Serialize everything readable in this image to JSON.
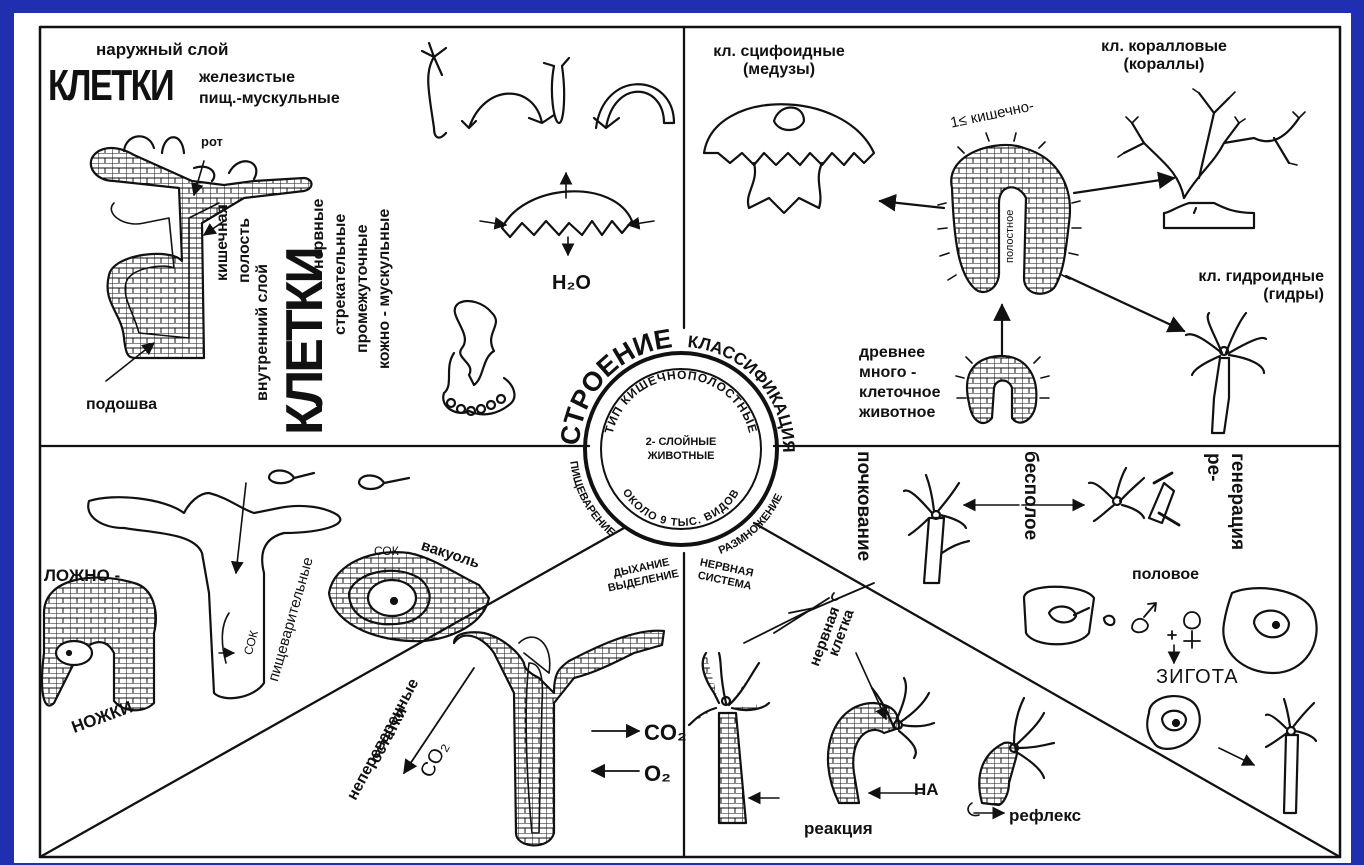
{
  "tl": {
    "outer_layer": "наружный слой",
    "cells_big": "КЛЕТКИ",
    "glandular": "железистые",
    "digestive_muscular": "пищ.-мускульные",
    "mouth": "рот",
    "gut_cavity_1": "кишечная",
    "gut_cavity_2": "полость",
    "sole": "подошва",
    "inner_layer": "внутренний слой",
    "nervous": "нервные",
    "stinging": "стрекательные",
    "intermediate": "промежуточные",
    "skin_muscular": "кожно - мускульные",
    "cells_big_2": "КЛЕТКИ",
    "water": "H₂O"
  },
  "tr": {
    "scyphoid_1": "кл. сцифоидные",
    "scyphoid_2": "(медузы)",
    "coral_1": "кл. коралловые",
    "coral_2": "(кораллы)",
    "hydroid_1": "кл. гидроидные",
    "hydroid_2": "(гидры)",
    "ancient_1": "древнее",
    "ancient_2": "много -",
    "ancient_3": "клеточное",
    "ancient_4": "животное",
    "ancestor_top": "1≤ кишечно-",
    "ancestor_mid": "полостное"
  },
  "center": {
    "structure": "СТРОЕНИЕ",
    "classification": "КЛАССИФИКАЦИЯ",
    "type_name": "ТИП КИШЕЧНОПОЛОСТНЫЕ",
    "two_layer_1": "2- СЛОЙНЫЕ",
    "two_layer_2": "ЖИВОТНЫЕ",
    "species": "ОКОЛО 9 ТЫС. ВИДОВ",
    "digestion": "ПИЩЕВАРЕНИЕ",
    "reproduction": "РАЗМНОЖЕНИЕ",
    "respiration_1": "ДЫХАНИЕ",
    "respiration_2": "ВЫДЕЛЕНИЕ",
    "nervous_1": "НЕРВНАЯ",
    "nervous_2": "СИСТЕМА"
  },
  "bl": {
    "pseudo_1": "ЛОЖНО -",
    "pseudo_2": "НОЖКИ",
    "digestive": "пищеварительные",
    "sok_1": "СОК",
    "sok_2": "СОК",
    "vacuole": "вакуоль",
    "undigested_1": "непереваренные",
    "undigested_2": "остатки",
    "co2_left": "CO₂",
    "co2_right": "CO₂",
    "o2": "O₂"
  },
  "br": {
    "nerve_cell_1": "нервная",
    "nerve_cell_2": "клетка",
    "na": "НА",
    "reaction": "реакция",
    "reflex": "рефлекс"
  },
  "rr": {
    "budding": "почкование",
    "asexual": "бесполое",
    "regen_1": "ре-",
    "regen_2": "генерация",
    "sexual": "половое",
    "zygote": "ЗИГОТА"
  }
}
